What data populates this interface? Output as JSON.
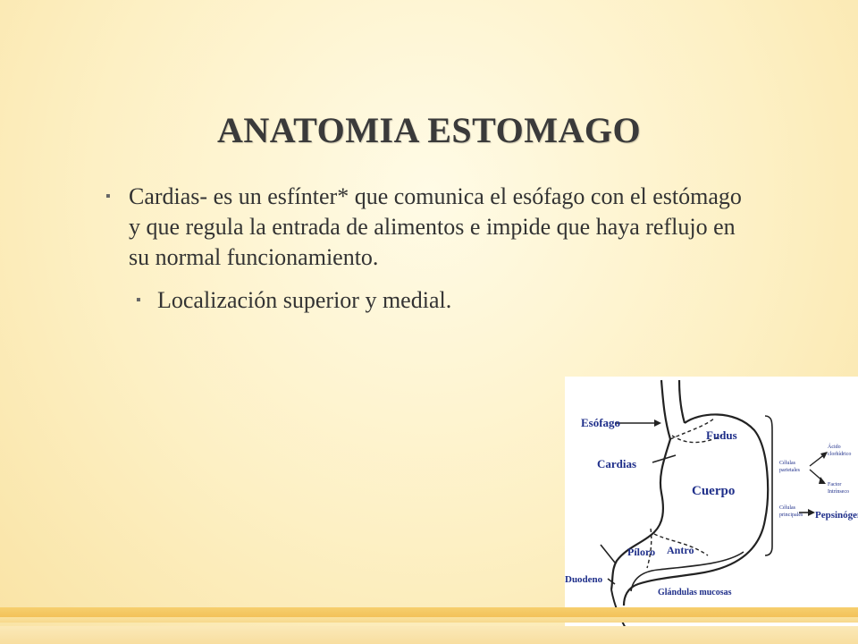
{
  "slide": {
    "title": "ANATOMIA ESTOMAGO",
    "bullet_marker": "▪",
    "bullet_1": "Cardias- es un esfínter* que comunica el esófago con el estómago y que regula la  entrada de alimentos e impide que haya reflujo en su normal funcionamiento.",
    "sub_bullet_1": "Localización superior y medial."
  },
  "figure": {
    "labels": {
      "esofago": "Esófago",
      "cardias": "Cardias",
      "fudus": "Fudus",
      "cuerpo": "Cuerpo",
      "piloro": "Píloro",
      "antro": "Antro",
      "duodeno": "Duodeno",
      "glandulas": "Glándulas mucosas",
      "celulas_parietales_1": "Células",
      "celulas_parietales_2": "parietales",
      "acido_1": "Ácido",
      "acido_2": "clorhídrico",
      "factor_1": "Factor",
      "factor_2": "Intrínseco",
      "celulas_principales_1": "Células",
      "celulas_principales_2": "principales",
      "pepsinogeno": "Pepsinógeno"
    }
  },
  "colors": {
    "title": "#3a3a3a",
    "text": "#333333",
    "diagram_label": "#1f2f8a",
    "diagram_line": "#222222"
  }
}
